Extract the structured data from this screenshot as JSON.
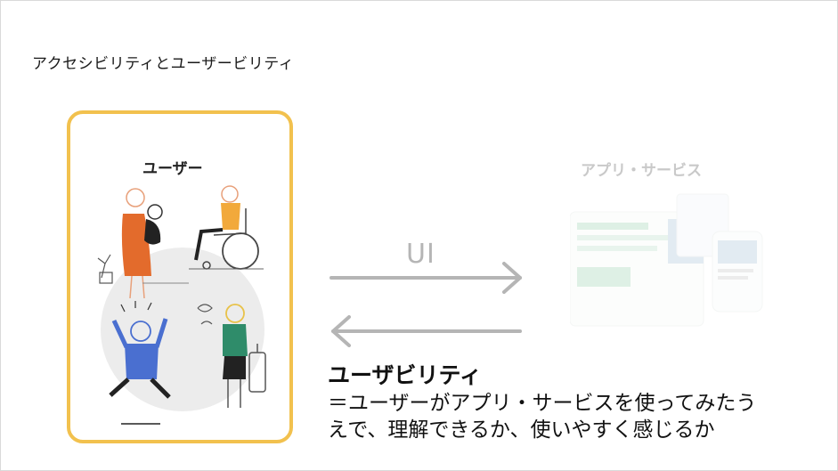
{
  "slide": {
    "title": "アクセシビリティとユーザービリティ"
  },
  "diagram": {
    "user_label": "ユーザー",
    "app_label": "アプリ・サービス",
    "ui_label": "UI",
    "accent_color": "#f2c14e",
    "arrow_color": "#b5b5b5"
  },
  "usability": {
    "title": "ユーザビリティ",
    "description_lines": [
      "＝ユーザーがアプリ・サービスを使ってみたう",
      "えで、理解できるか、使いやすく感じるか"
    ]
  }
}
